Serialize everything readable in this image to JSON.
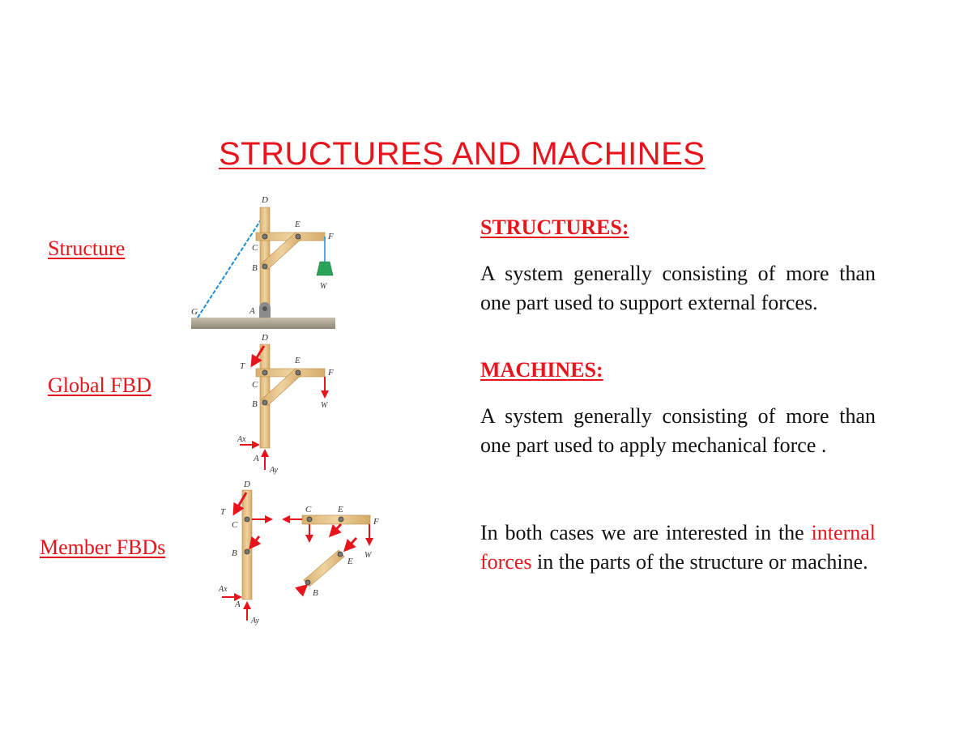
{
  "title": "STRUCTURES AND MACHINES",
  "left_labels": {
    "structure": "Structure",
    "global_fbd": "Global FBD",
    "member_fbds": "Member FBDs"
  },
  "structures_section": {
    "heading": "STRUCTURES:",
    "text": "A system generally consisting of more than one part used to support external forces."
  },
  "machines_section": {
    "heading": "MACHINES:",
    "text": "A system generally consisting of more than one part used to apply mechanical force ."
  },
  "conclusion": {
    "before": "In both cases we are interested in the ",
    "highlight": "internal forces",
    "after": " in the parts of the structure or machine."
  },
  "diagram_labels": {
    "D": "D",
    "E": "E",
    "F": "F",
    "C": "C",
    "B": "B",
    "A": "A",
    "G": "G",
    "W": "W",
    "T": "T",
    "Ax": "Ax",
    "Ay": "Ay"
  },
  "colors": {
    "accent": "#e8141b",
    "wood": "#e7c68e",
    "cable": "#1b8fd6",
    "weight": "#2aa35a"
  }
}
